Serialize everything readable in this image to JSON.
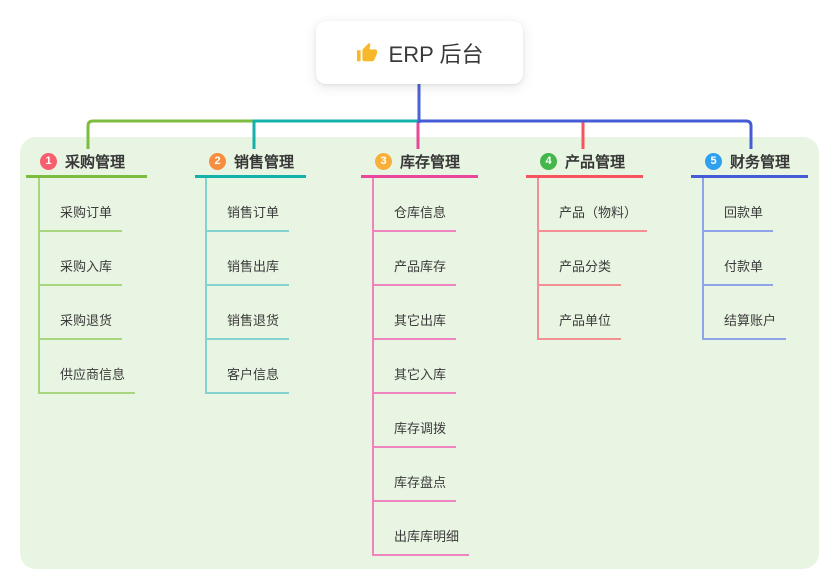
{
  "root": {
    "label": "ERP 后台",
    "icon": "thumbs-up-icon",
    "icon_color": "#f7b92b"
  },
  "canvas": {
    "background": "#ffffff",
    "panel_color": "#e9f5e3"
  },
  "connector": {
    "root_color": "#4c61d4"
  },
  "branches": [
    {
      "index": "1",
      "label": "采购管理",
      "badge_color": "#f85e6d",
      "line_color": "#7cbd41",
      "child_line_color": "#a9d57f",
      "children": [
        "采购订单",
        "采购入库",
        "采购退货",
        "供应商信息"
      ]
    },
    {
      "index": "2",
      "label": "销售管理",
      "badge_color": "#f78d3f",
      "line_color": "#14b1aa",
      "child_line_color": "#82d3ce",
      "children": [
        "销售订单",
        "销售出库",
        "销售退货",
        "客户信息"
      ]
    },
    {
      "index": "3",
      "label": "库存管理",
      "badge_color": "#f9af3b",
      "line_color": "#e8479b",
      "child_line_color": "#ef83bd",
      "children": [
        "仓库信息",
        "产品库存",
        "其它出库",
        "其它入库",
        "库存调拨",
        "库存盘点",
        "出库库明细"
      ]
    },
    {
      "index": "4",
      "label": "产品管理",
      "badge_color": "#43b64c",
      "line_color": "#f8535f",
      "child_line_color": "#f58f96",
      "children": [
        "产品（物料）",
        "产品分类",
        "产品单位"
      ]
    },
    {
      "index": "5",
      "label": "财务管理",
      "badge_color": "#2ea0ef",
      "line_color": "#455cd6",
      "child_line_color": "#8ea4e6",
      "children": [
        "回款单",
        "付款单",
        "结算账户"
      ]
    }
  ]
}
